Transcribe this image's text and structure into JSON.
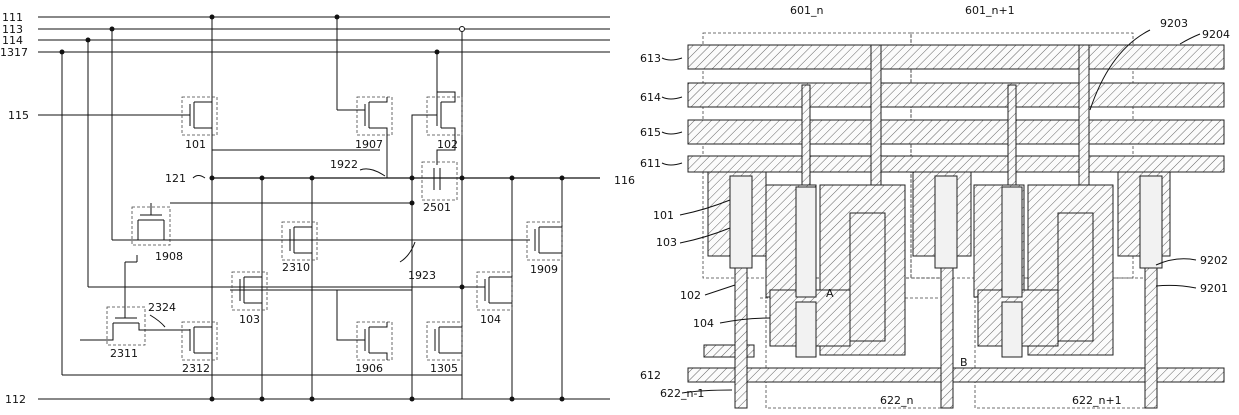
{
  "left_circuit": {
    "rails": {
      "r111": "111",
      "r113": "113",
      "r114": "114",
      "r1317": "1317",
      "r112": "112"
    },
    "nodes": {
      "n115": "115",
      "n121": "121",
      "n116": "116",
      "n1922": "1922",
      "n1923": "1923",
      "n2324": "2324"
    },
    "transistors": {
      "t101": "101",
      "t1907": "1907",
      "t102": "102",
      "t2501": "2501",
      "t1908": "1908",
      "t2310": "2310",
      "t1909": "1909",
      "t103": "103",
      "t104": "104",
      "t2311": "2311",
      "t2312": "2312",
      "t1906": "1906",
      "t1305": "1305"
    }
  },
  "right_layout": {
    "top_labels": {
      "l601n": "601_n",
      "l601n1": "601_n+1",
      "l9203": "9203",
      "l9204": "9204"
    },
    "left_labels": {
      "l613": "613",
      "l614": "614",
      "l615": "615",
      "l611": "611",
      "l101": "101",
      "l103": "103",
      "l102": "102",
      "l104": "104",
      "l612": "612",
      "l622n1": "622_n-1"
    },
    "bottom_labels": {
      "l622n": "622_n",
      "l622np1": "622_n+1"
    },
    "right_labels": {
      "l9202": "9202",
      "l9201": "9201"
    },
    "markers": {
      "mA": "A",
      "mB": "B"
    }
  }
}
